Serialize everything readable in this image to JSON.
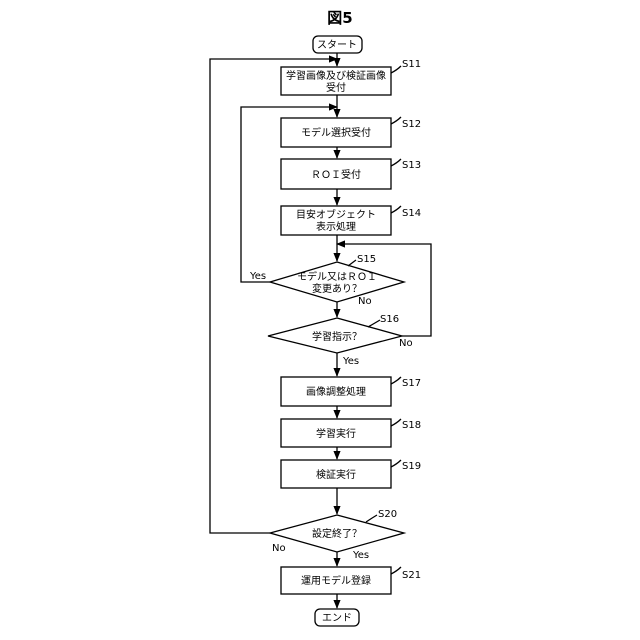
{
  "figure": {
    "title": "図5"
  },
  "nodes": {
    "start": "スタート",
    "s11": [
      "学習画像及び検証画像",
      "受付"
    ],
    "s12": "モデル選択受付",
    "s13": "ＲＯＩ受付",
    "s14": [
      "目安オブジェクト",
      "表示処理"
    ],
    "s15": [
      "モデル又はＲＯＩ",
      "変更あり？"
    ],
    "s16": "学習指示？",
    "s17": "画像調整処理",
    "s18": "学習実行",
    "s19": "検証実行",
    "s20": "設定終了？",
    "s21": "運用モデル登録",
    "end": "エンド"
  },
  "step_labels": {
    "s11": "S11",
    "s12": "S12",
    "s13": "S13",
    "s14": "S14",
    "s15": "S15",
    "s16": "S16",
    "s17": "S17",
    "s18": "S18",
    "s19": "S19",
    "s20": "S20",
    "s21": "S21"
  },
  "branches": {
    "s15_yes": "Yes",
    "s15_no": "No",
    "s16_yes": "Yes",
    "s16_no": "No",
    "s20_yes": "Yes",
    "s20_no": "No"
  }
}
